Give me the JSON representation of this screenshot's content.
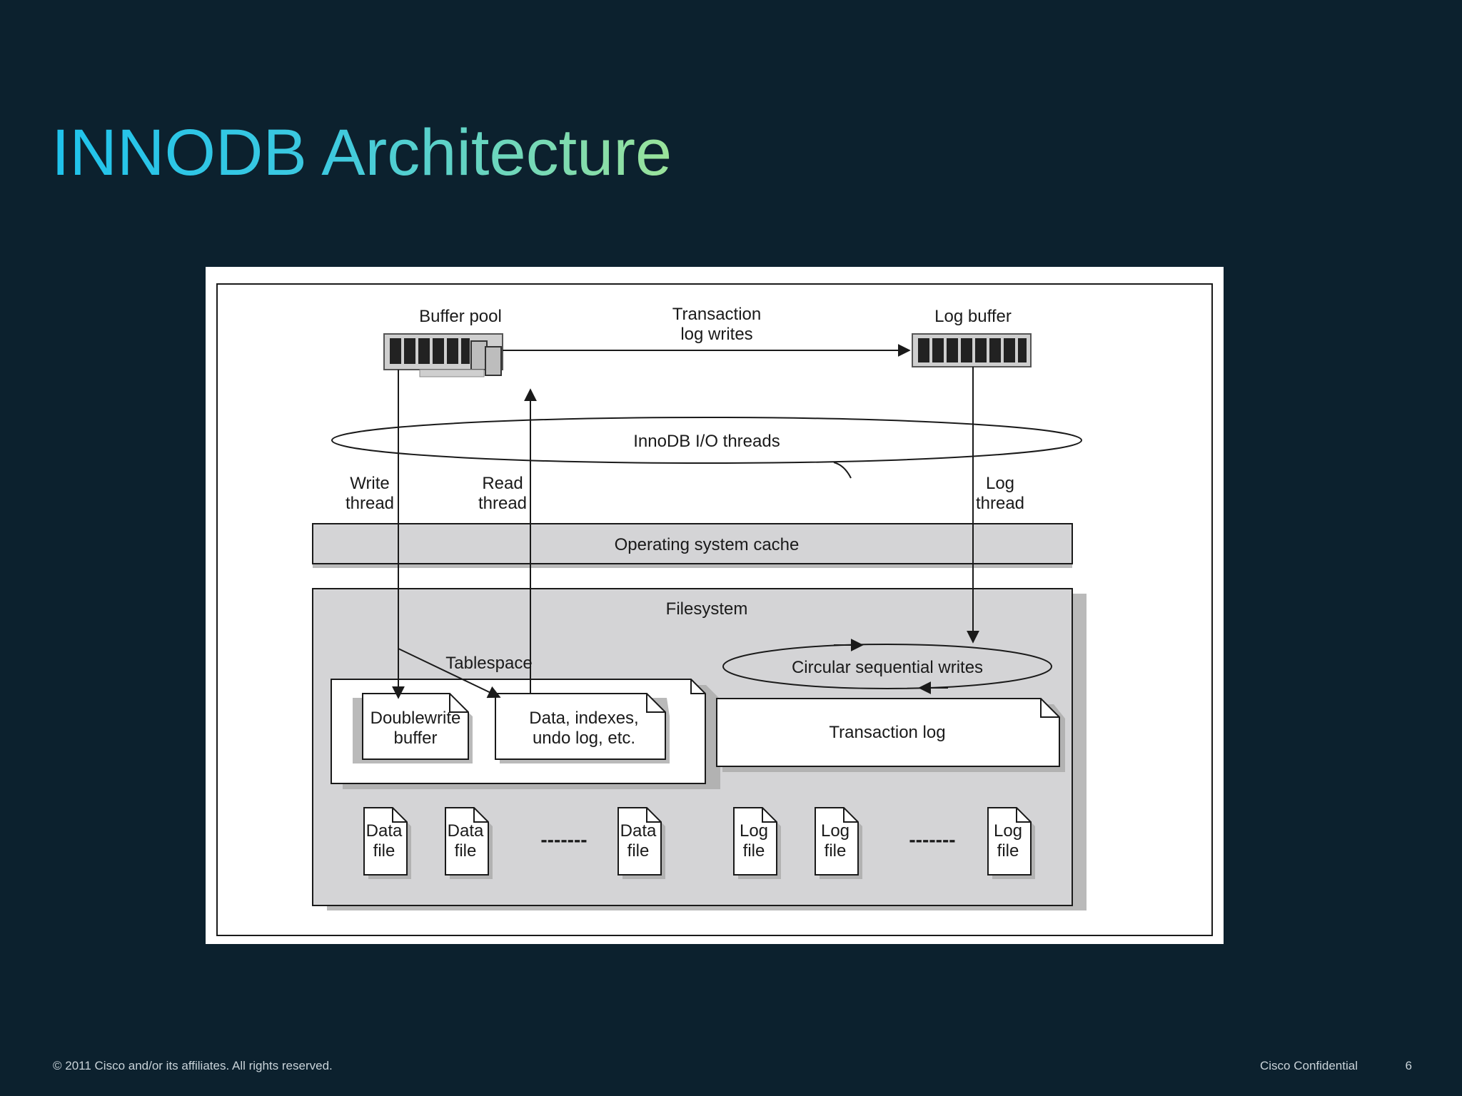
{
  "slide": {
    "title": "INNODB Architecture",
    "copyright": "© 2011 Cisco and/or its affiliates. All rights reserved.",
    "confidential": "Cisco Confidential",
    "page_number": "6"
  },
  "diagram": {
    "buffer_pool": "Buffer pool",
    "transaction_log_writes": [
      "Transaction",
      "log writes"
    ],
    "log_buffer": "Log buffer",
    "io_threads": "InnoDB I/O threads",
    "write_thread": [
      "Write",
      "thread"
    ],
    "read_thread": [
      "Read",
      "thread"
    ],
    "log_thread": [
      "Log",
      "thread"
    ],
    "os_cache": "Operating system cache",
    "filesystem": "Filesystem",
    "tablespace": "Tablespace",
    "doublewrite": [
      "Doublewrite",
      "buffer"
    ],
    "data_indexes": [
      "Data, indexes,",
      "undo log, etc."
    ],
    "circular_writes": "Circular sequential writes",
    "transaction_log": "Transaction log",
    "data_file": [
      "Data",
      "file"
    ],
    "log_file": [
      "Log",
      "file"
    ],
    "ellipsis": "-------"
  }
}
